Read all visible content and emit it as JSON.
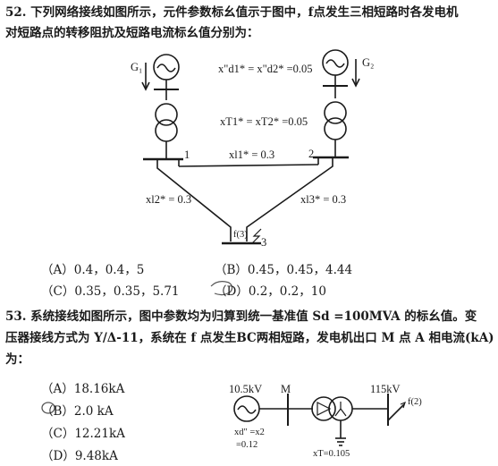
{
  "q52": {
    "line1": "52. 下列网络接线如图所示，元件参数标幺值示于图中，f点发生三相短路时各发电机",
    "line2": "对短路点的转移阻抗及短路电流标幺值分别为：",
    "diagram": {
      "g1": "G₁",
      "g2": "G₂",
      "xd": "x\"d1* = x\"d2* =0.05",
      "xt": "xT1* = xT2* =0.05",
      "node1": "1",
      "node2": "2",
      "node3": "3",
      "x11": "xl1* = 0.3",
      "x12": "xl2* = 0.3",
      "x13": "xl3* = 0.3",
      "fault": "f(3)"
    },
    "options": {
      "a": "（A）0.4，0.4，5",
      "b": "（B）0.45，0.45，4.44",
      "c": "（C）0.35，0.35，5.71",
      "d": "（D）0.2，0.2，10"
    }
  },
  "q53": {
    "line1": "53. 系统接线如图所示，图中参数均为归算到统一基准值 Sd =100MVA 的标幺值。变",
    "line2": "压器接线方式为 Y/Δ-11，系统在 f 点发生BC两相短路，发电机出口 M 点 A 相电流(kA)",
    "line3": "为：",
    "options": {
      "a": "（A）18.16kA",
      "b": "（B）2.0 kA",
      "c": "（C）12.21kA",
      "d": "（D）9.48kA"
    },
    "diagram": {
      "v1": "10.5kV",
      "m": "M",
      "v2": "115kV",
      "fault": "f(2)",
      "xd": "xd\" =x2",
      "xd_val": "=0.12",
      "xt": "xT=0.105"
    }
  }
}
